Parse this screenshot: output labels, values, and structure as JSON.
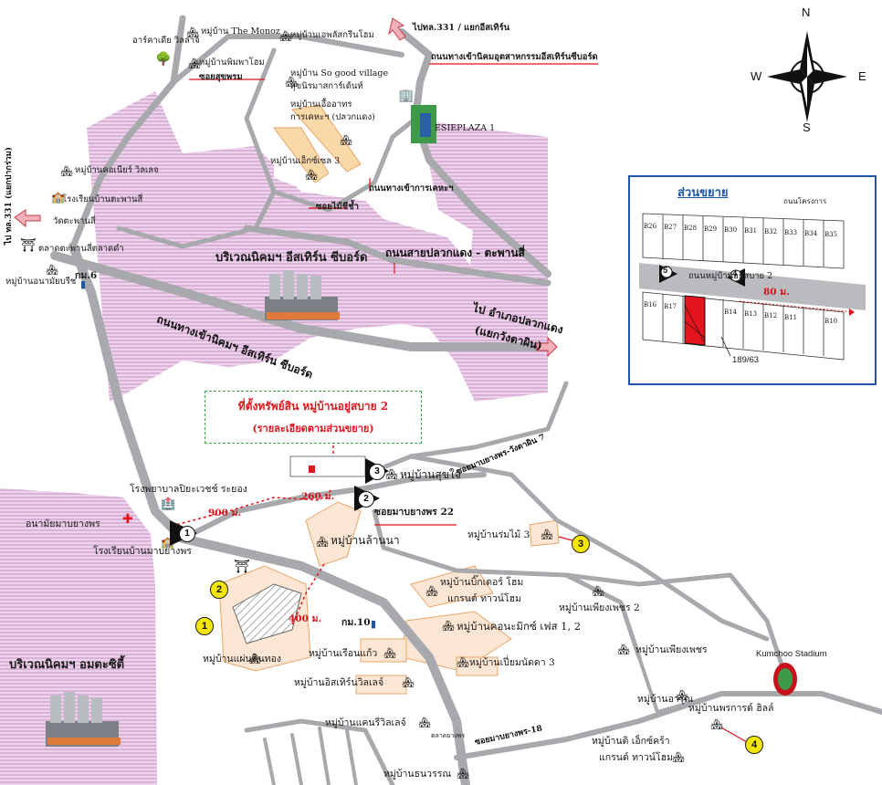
{
  "map": {
    "zones": [
      {
        "id": "eastern-seaboard",
        "label": "บริเวณนิคมฯ อีสเทิร์น ซีบอร์ด"
      },
      {
        "id": "amata-city",
        "label": "บริเวณนิคมฯ อมตะซิตี้"
      }
    ],
    "road_labels": {
      "eastern_seaboard_entry": "ถนนทางเข้านิคมฯ อีสเทิร์น ซีบอร์ด",
      "sai_pluak_daeng": "ถนนสายปลวกแดง - ตะพานสี่",
      "to_pluak_daeng": "ไป อำเภอปลวกแดง",
      "to_pluak_daeng_2": "(แยกวังตาผิน)",
      "soi_mabyangporn_wangtaphin": "ซอยมาบยางพร-วังตาผิน 7",
      "soi_mabyangporn_22": "ซอยมาบยางพร 22",
      "soi_mabyangporn_18": "ซอยมาบยางพร-18",
      "road_331": "ไป ทล.331 (แยกปากร่วม)",
      "to_331_top": "ไปทล.331 / แยกอีสเทิร์น",
      "eastern_industry_entry": "ถนนทางเข้านิคมอุตสาหกรรมอีสเทิร์นซีบอร์ด",
      "soi_sukprem": "ซอยสุขพรม",
      "soi_mai_si": "ซอยไม้ชีช้ำ",
      "pakdee_entry": "ถนนทางเข้าการเคหะฯ",
      "km6": "กม.6",
      "km10": "กม.10",
      "dist_900": "900 ม.",
      "dist_260": "260 ม.",
      "dist_400": "400 ม."
    },
    "places": [
      {
        "label": "อาร์คาเดีย วิลล่าจ์"
      },
      {
        "label": "หมู่บ้าน The Monoz"
      },
      {
        "label": "หมู่บ้านเอพลัสกรีนโฮม"
      },
      {
        "label": "หมู่บ้านพิมพาโฮม"
      },
      {
        "label": "หมู่บ้าน So good village"
      },
      {
        "label": "สุขนิรมาสการ์เด้นท์"
      },
      {
        "label": "หมู่บ้านเอื้ออาทร"
      },
      {
        "label": "การเคหะฯ (ปลวกแดง)"
      },
      {
        "label": "หมู่บ้านเอ็กซ์เซล 3"
      },
      {
        "label": "ESIEPLAZA 1"
      },
      {
        "label": "หมู่บ้านคอเนียร์ วิลเลจ"
      },
      {
        "label": "โรงเรียนบ้านตะพานสี่"
      },
      {
        "label": "วัดตะพานสี่"
      },
      {
        "label": "ตลาดตะพานสี่ตลาดดำ"
      },
      {
        "label": "หมู่บ้านอนามัยบรีช"
      },
      {
        "label": "โรงพยาบาลปิยะเวชช์ ระยอง"
      },
      {
        "label": "อนามัยมาบยางพร"
      },
      {
        "label": "โรงเรียนบ้านมาบยางพร"
      },
      {
        "label": "หมู่บ้านสุขใจ"
      },
      {
        "label": "หมู่บ้านล้านนา"
      },
      {
        "label": "หมู่บ้านร่มไม้ 3"
      },
      {
        "label": "หมู่บ้านบิ๊กเดอร์ โฮม"
      },
      {
        "label": "แกรนด์ ทาวน์โฮม"
      },
      {
        "label": "หมู่บ้านเพียงเพชร 2"
      },
      {
        "label": "หมู่บ้านแผ่นดินทอง"
      },
      {
        "label": "หมู่บ้านคอนะมิกซ์ เฟส 1, 2"
      },
      {
        "label": "หมู่บ้านเรือนแก้ว"
      },
      {
        "label": "หมู่บ้านเปี่ยมนัดดา 3"
      },
      {
        "label": "หมู่บ้านเพียงเพชร"
      },
      {
        "label": "หมู่บ้านอิสเทิร์นวิลเลจ์"
      },
      {
        "label": "หมู่บ้านอารุณ"
      },
      {
        "label": "หมู่บ้านพรการด์ ฮิลล์"
      },
      {
        "label": "หมู่บ้านแคนรีวิลเลจ์"
      },
      {
        "label": "หมู่บ้านดิ เอ็กซ์คร้า"
      },
      {
        "label": "แกรนด์ ทาวน์โฮม"
      },
      {
        "label": "หมู่บ้านธนวรรณ"
      },
      {
        "label": "Kumchoo Stadium"
      },
      {
        "label": "ตลาดยางพร"
      }
    ],
    "callout": {
      "line1": "ที่ตั้งทรัพย์สิน หมู่บ้านอยู่สบาย 2",
      "line2": "(รายละเอียดตามส่วนขยาย)"
    },
    "markers_yellow": [
      "1",
      "2",
      "3",
      "4"
    ],
    "markers_triangle": [
      "1",
      "2",
      "3"
    ]
  },
  "inset": {
    "title": "ส่วนขยาย",
    "road_label": "ถนนหมู่บ้านอยู่สบาย 2",
    "width_label": "80 ม.",
    "plot_number": "189/63",
    "markers": [
      "5",
      "4"
    ],
    "row_top": [
      "B26",
      "B27",
      "B28",
      "B29",
      "B30",
      "B31",
      "B32",
      "B33",
      "B34",
      "B35"
    ],
    "row_bottom": [
      "B16",
      "B17",
      "B14",
      "B13",
      "B12",
      "B11",
      "B10"
    ],
    "edge_label": "ถนนโครงการ"
  },
  "compass": {
    "n": "N",
    "s": "S",
    "e": "E",
    "w": "W"
  },
  "colors": {
    "zone": "#e8c8e6",
    "zone_stripe": "#c896c6",
    "road": "#a7a9ac",
    "accent_red": "#e3141c",
    "marker_yellow": "#f3e600",
    "inset_border": "#1f56a8"
  }
}
